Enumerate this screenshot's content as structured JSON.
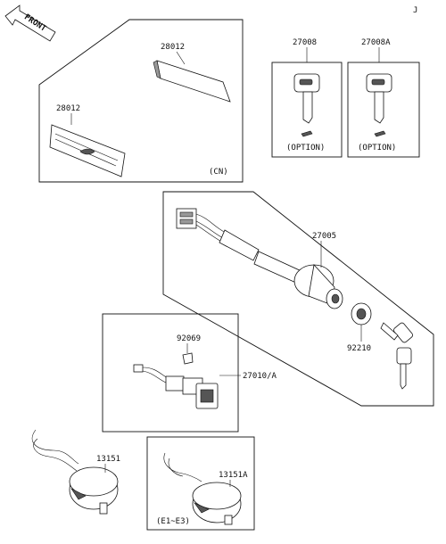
{
  "front_arrow": {
    "label": "FRONT"
  },
  "page_mark": "J",
  "labels": {
    "p28012_top": "28012",
    "p28012_left": "28012",
    "cn": "(CN)",
    "p27008": "27008",
    "p27008a": "27008A",
    "option_1": "(OPTION)",
    "option_2": "(OPTION)",
    "p27005": "27005",
    "p92210": "92210",
    "p92069": "92069",
    "p27010a": "27010/A",
    "p13151": "13151",
    "p13151a": "13151A",
    "e1e3": "(E1~E3)"
  },
  "icons": [
    "front-arrow-icon",
    "key-icon",
    "ignition-switch-icon",
    "socket-icon",
    "reflector-icon",
    "nut-icon",
    "clip-icon"
  ]
}
